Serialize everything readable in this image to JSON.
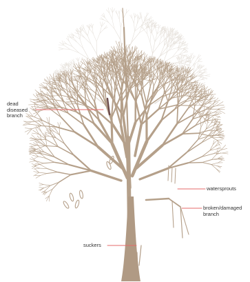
{
  "colors": {
    "trunk": "#b09a84",
    "branch": "#b5a08a",
    "background_branch": "#e6e1db",
    "dead_branch": "#6b4a4a",
    "leader_line": "#e46a6a",
    "label_text": "#333333",
    "background": "#ffffff"
  },
  "labels": {
    "dead": {
      "line1": "dead",
      "line2": "diseased",
      "line3": "branch"
    },
    "watersprouts": {
      "text": "watersprouts"
    },
    "broken": {
      "line1": "broken/damaged",
      "line2": "branch"
    },
    "suckers": {
      "text": "suckers"
    }
  }
}
